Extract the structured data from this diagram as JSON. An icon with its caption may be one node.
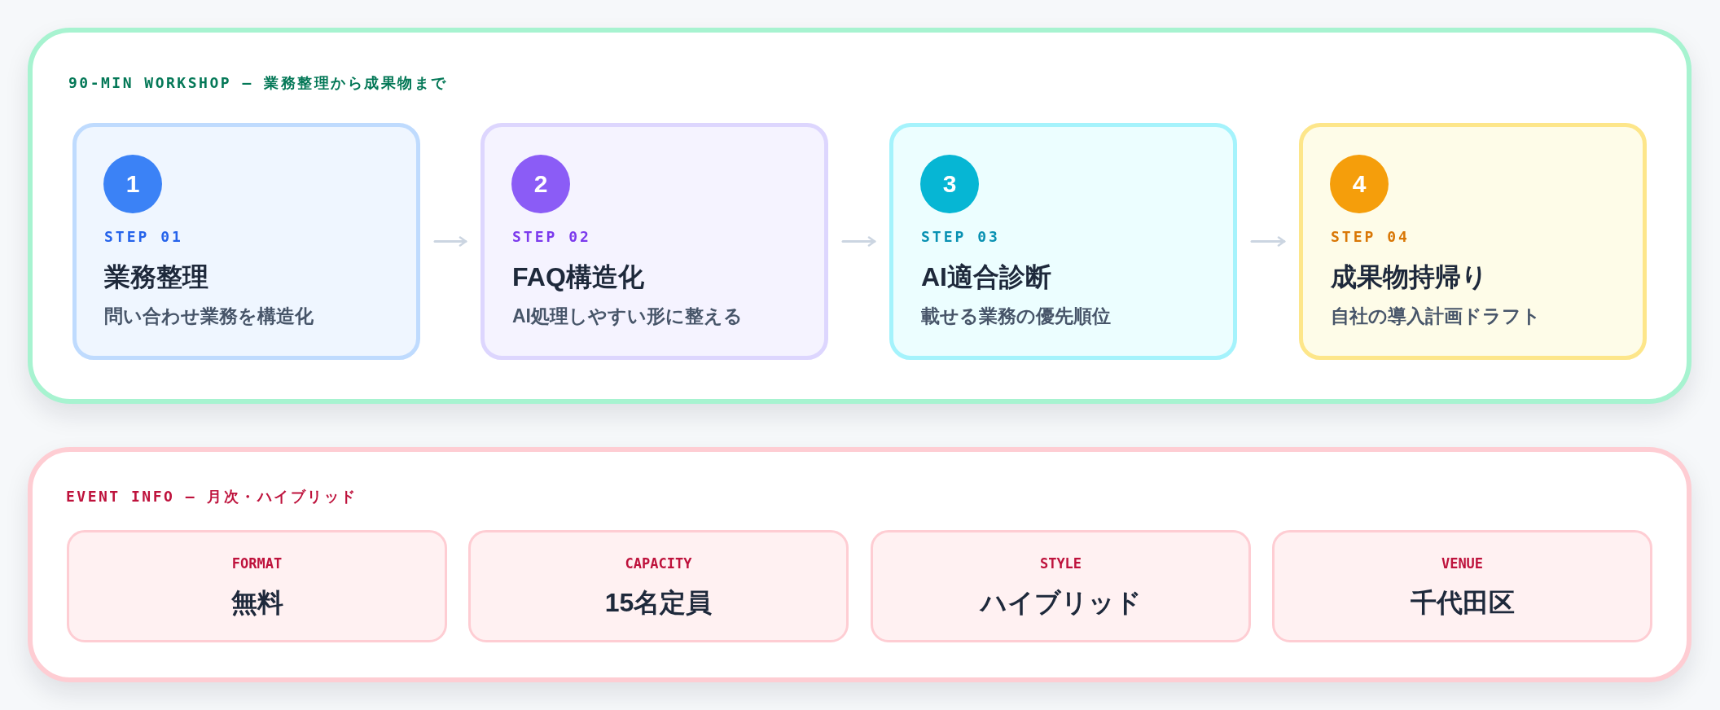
{
  "diagram": {
    "nodes": [
      {
        "text": [
          "90-MIN WORKSHOP — 業務整理から成果物まで"
        ]
      },
      {
        "text": [
          "STEP 01",
          "業務整理",
          "問い合わせ業務を構造化"
        ],
        "in": 0
      },
      {
        "text": [
          "1"
        ],
        "in": 1
      },
      {
        "text": [
          "STEP 02",
          "FAQ構造化",
          "AI処理しやすい形に整える"
        ],
        "in": 0
      },
      {
        "text": [
          "2"
        ],
        "in": 3
      },
      {
        "text": [
          "STEP 03",
          "AI適合診断",
          "載せる業務の優先順位"
        ],
        "in": 0
      },
      {
        "text": [
          "3"
        ],
        "in": 5
      },
      {
        "text": [
          "STEP 04",
          "成果物持帰り",
          "自社の導入計画ドラフト"
        ],
        "in": 0
      },
      {
        "text": [
          "4"
        ],
        "in": 7
      },
      {
        "text": [
          "EVENT INFO — 月次・ハイブリッド"
        ]
      },
      {
        "text": [
          "FORMAT",
          "無料"
        ],
        "in": 9
      },
      {
        "text": [
          "CAPACITY",
          "15名定員"
        ],
        "in": 9
      },
      {
        "text": [
          "STYLE",
          "ハイブリッド"
        ],
        "in": 9
      },
      {
        "text": [
          "VENUE",
          "千代田区"
        ],
        "in": 9
      }
    ],
    "edges": [
      {
        "from": 1,
        "to": 3,
        "arrow": "to"
      },
      {
        "from": 3,
        "to": 5,
        "arrow": "to"
      },
      {
        "from": 5,
        "to": 7,
        "arrow": "to"
      }
    ]
  }
}
